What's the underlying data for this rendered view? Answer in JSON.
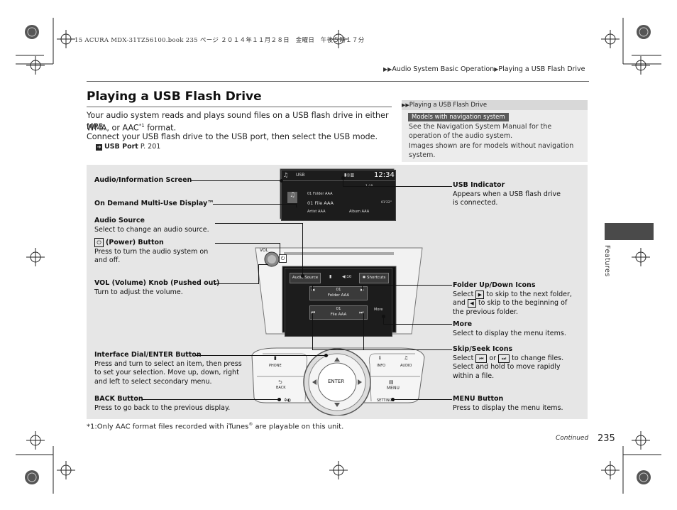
{
  "print_header": "15 ACURA MDX-31TZ56100.book  235 ページ  ２０１４年１１月２８日　金曜日　午後５時１７分",
  "breadcrumb": {
    "part1": "Audio System Basic Operation",
    "part2": "Playing a USB Flash Drive"
  },
  "page_title": "Playing a USB Flash Drive",
  "body": {
    "line1": "Your audio system reads and plays sound files on a USB flash drive in either MP3,",
    "line2_pre": "WMA, or AAC",
    "line2_sup": "*1",
    "line2_post": " format.",
    "line3": "Connect your USB flash drive to the USB port, then select the USB mode.",
    "xref_label": "USB Port",
    "xref_page": "P. 201"
  },
  "side_note": {
    "header": "Playing a USB Flash Drive",
    "tag": "Models with navigation system",
    "text1": "See the Navigation System Manual for the operation of the audio system.",
    "text2": "Images shown are for models without navigation system."
  },
  "side_tab": "Features",
  "figure": {
    "left": [
      {
        "title": "Audio/Information Screen",
        "desc": ""
      },
      {
        "title": "On Demand Multi-Use Display™",
        "desc": ""
      },
      {
        "title": "Audio Source",
        "desc": "Select to change an audio source."
      },
      {
        "title": "(Power) Button",
        "desc1": "Press to turn the audio system on",
        "desc2": "and off."
      },
      {
        "title": "VOL (Volume) Knob (Pushed out)",
        "desc": "Turn to adjust the volume."
      },
      {
        "title": "Interface Dial/ENTER Button",
        "desc1": "Press and turn to select an item, then press",
        "desc2": "to set your selection. Move up, down, right",
        "desc3": "and left to select secondary menu."
      },
      {
        "title": "BACK Button",
        "desc": "Press to go back to the previous display."
      }
    ],
    "right": [
      {
        "title": "USB Indicator",
        "desc1": "Appears when a USB flash drive",
        "desc2": "is connected."
      },
      {
        "title": "Folder Up/Down Icons",
        "desc1a": "Select",
        "desc1b": "to skip to the next folder,",
        "desc2a": "and",
        "desc2b": "to skip to the beginning of",
        "desc3": "the previous folder."
      },
      {
        "title": "More",
        "desc": "Select to display the menu items."
      },
      {
        "title": "Skip/Seek Icons",
        "desc1a": "Select",
        "desc1b": "or",
        "desc1c": "to change files.",
        "desc2": "Select and hold to move rapidly",
        "desc3": "within a file."
      },
      {
        "title": "MENU Button",
        "desc": "Press to display the menu items."
      }
    ],
    "upper_screen": {
      "source": "USB",
      "time": "12:34",
      "row1": "01   Folder AAA",
      "row2": "01 File AAA",
      "row2_time": "01'22\"",
      "row3a": "Artist AAA",
      "row3b": "Album AAA",
      "track": "1 / 8"
    },
    "lower_screen": {
      "audio_source": "Audio Source",
      "volume": "10",
      "shortcuts": "Shortcuts",
      "folder_num": "01",
      "folder": "Folder AAA",
      "file_num": "01",
      "file": "File AAA",
      "more": "More"
    },
    "console": {
      "vol": "VOL",
      "phone": "PHONE",
      "back": "BACK",
      "enter": "ENTER",
      "info": "INFO",
      "audio": "AUDIO",
      "menu": "MENU",
      "settings": "SETTINGS"
    }
  },
  "footnote": {
    "pre": "*1:Only AAC format files recorded with iTunes",
    "sup": "®",
    "post": " are playable on this unit."
  },
  "continued": "Continued",
  "page_number": "235"
}
